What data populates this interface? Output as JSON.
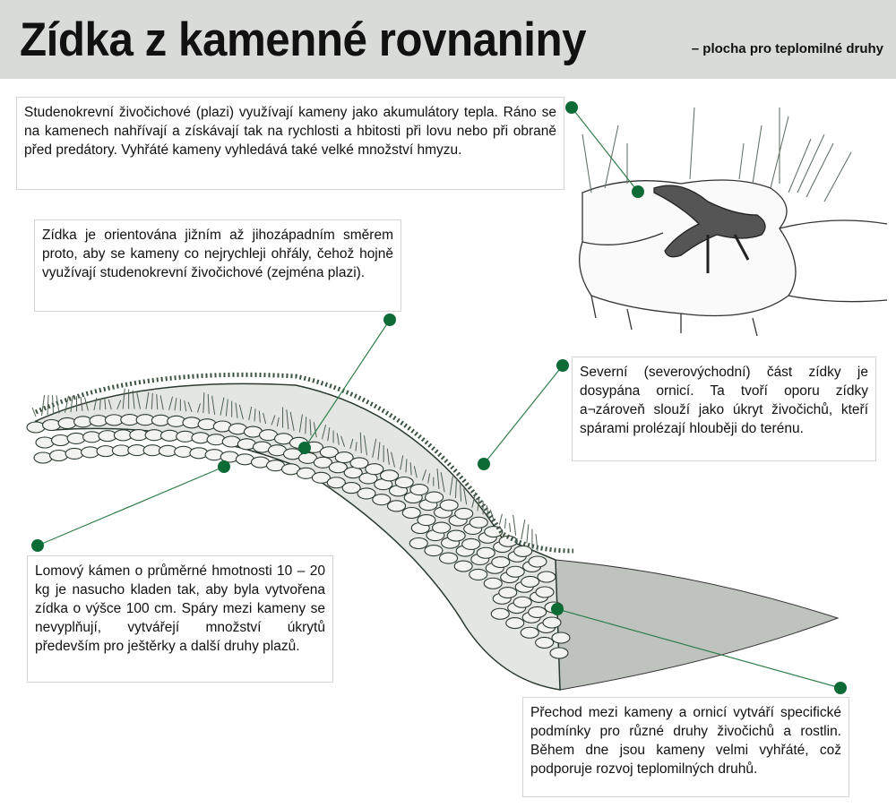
{
  "header": {
    "title": "Zídka z kamenné rovnaniny",
    "subtitle": "– plocha pro teplomilné druhy"
  },
  "annotations": [
    {
      "id": "reptiles",
      "text": "Studenokrevní živočichové (plazi) využívají kameny jako akumulátory tepla. Ráno se na kamenech nahřívají a získávají tak na rychlosti a hbitosti při lovu nebo při obraně před predátory. Vyhřáté kameny vyhledává také velké množství hmyzu."
    },
    {
      "id": "orientation",
      "text": "Zídka je orientována jižním až jihozápadním směrem proto, aby se kameny co nejrychleji ohřály, čehož hojně využívají studenokrevní živočichové (zejména plazi)."
    },
    {
      "id": "north-side",
      "text": "Severní (severovýchodní) část zídky je dosypána ornicí. Ta tvoří oporu zídky a¬zároveň slouží jako úkryt živočichů, kteří spárami prolézají hlouběji do terénu."
    },
    {
      "id": "stone",
      "text": "Lomový kámen o průměrné hmotnosti 10 – 20 kg je nasucho kladen tak, aby byla vytvořena zídka o výšce 100 cm. Spáry mezi kameny se nevyplňují, vytvářejí množství úkrytů především pro ještěrky a další druhy plazů."
    },
    {
      "id": "transition",
      "text": "Přechod mezi kameny a ornicí vytváří specifické podmínky pro různé druhy živočichů a rostlin. Během dne jsou kameny velmi vyhřáté, což podporuje rozvoj teplomilných druhů."
    }
  ],
  "colors": {
    "header_bg": "#d9dbd9",
    "marker": "#0d6b36",
    "leader": "#2f7d4c",
    "ink": "#2b3a2f"
  }
}
